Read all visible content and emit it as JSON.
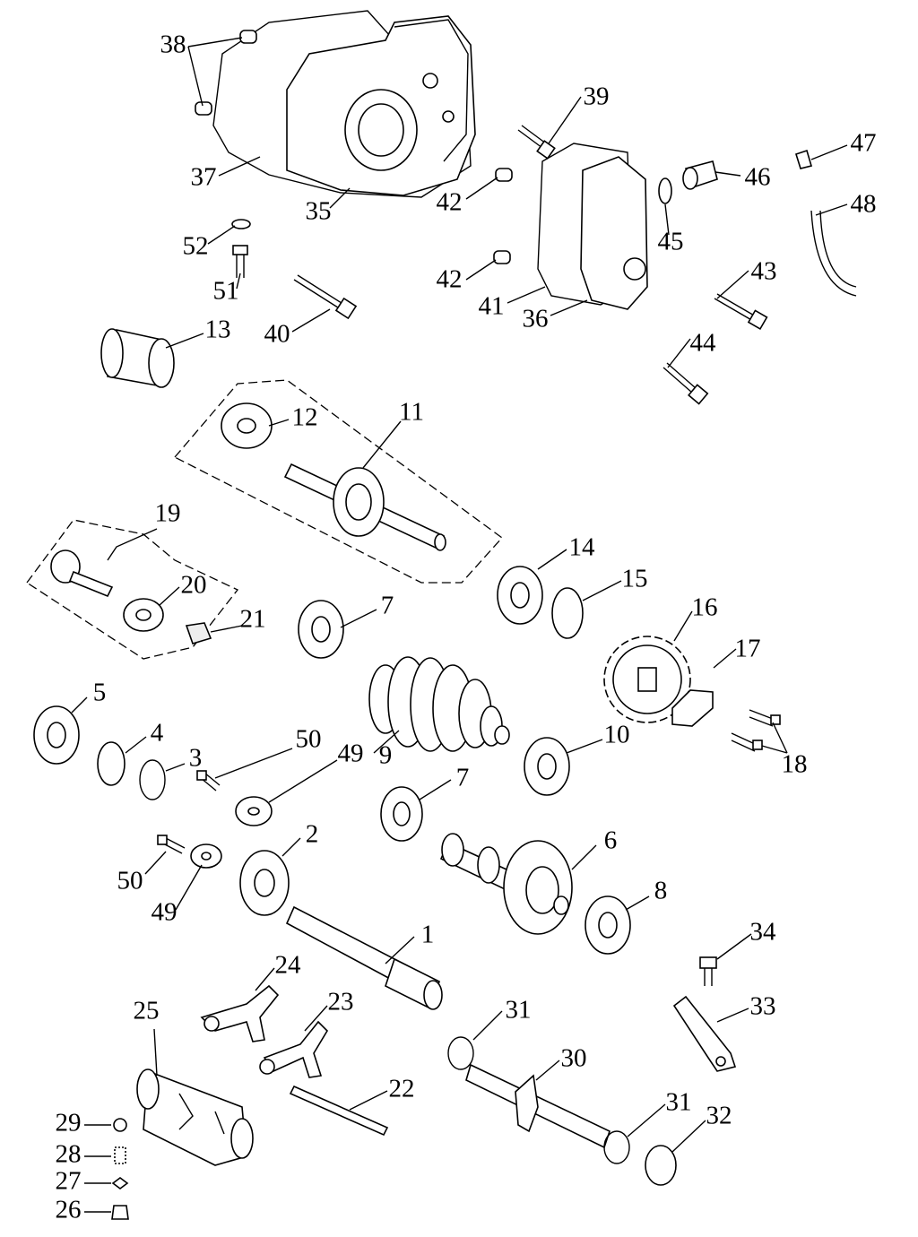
{
  "diagram": {
    "type": "exploded parts diagram",
    "labels": [
      "38",
      "39",
      "47",
      "46",
      "48",
      "37",
      "35",
      "42",
      "45",
      "52",
      "42",
      "43",
      "51",
      "41",
      "36",
      "40",
      "13",
      "44",
      "12",
      "11",
      "19",
      "14",
      "20",
      "15",
      "7",
      "21",
      "16",
      "17",
      "5",
      "50",
      "4",
      "49",
      "3",
      "9",
      "10",
      "18",
      "7",
      "2",
      "6",
      "50",
      "49",
      "8",
      "1",
      "34",
      "24",
      "25",
      "23",
      "31",
      "33",
      "30",
      "22",
      "31",
      "32",
      "29",
      "28",
      "27",
      "26"
    ]
  }
}
